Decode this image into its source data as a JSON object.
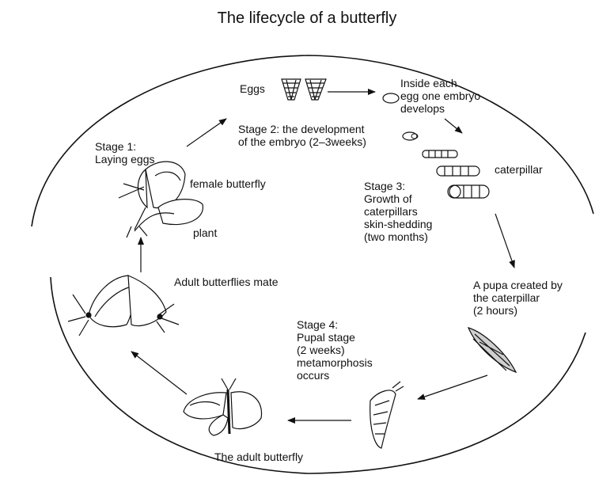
{
  "title": "The lifecycle of a butterfly",
  "labels": {
    "eggs": "Eggs",
    "inside_egg": "Inside each\negg one embryo\ndevelops",
    "stage2": "Stage 2: the development\nof the embryo (2–3weeks)",
    "stage1": "Stage 1:\nLaying eggs",
    "female_butterfly": "female butterfly",
    "plant": "plant",
    "caterpillar": "caterpillar",
    "stage3": "Stage 3:\nGrowth of\ncaterpillars\nskin-shedding\n(two months)",
    "adult_mate": "Adult butterflies mate",
    "pupa_created": "A pupa created by\nthe caterpillar\n(2 hours)",
    "stage4": "Stage 4:\nPupal stage\n(2 weeks)\nmetamorphosis\noccurs",
    "adult_butterfly": "The adult butterfly"
  }
}
